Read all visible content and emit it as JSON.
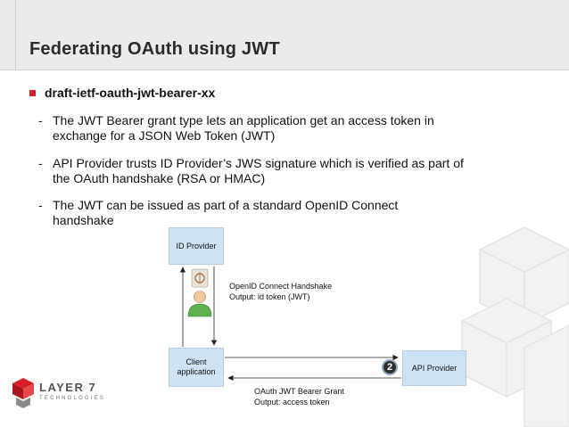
{
  "slide": {
    "title": "Federating OAuth using JWT",
    "main_bullet": "draft-ietf-oauth-jwt-bearer-xx",
    "sub_bullets": [
      {
        "dash": "-",
        "text": "The JWT Bearer grant type lets an application get an access token in exchange for a JSON Web Token (JWT)"
      },
      {
        "dash": "-",
        "text": "API Provider trusts ID Provider’s JWS signature which is verified as part of the OAuth handshake (RSA or HMAC)"
      },
      {
        "dash": "-",
        "text": "The JWT can be issued as part of a standard OpenID Connect handshake"
      }
    ]
  },
  "diagram": {
    "id_provider": "ID Provider",
    "client_line1": "Client",
    "client_line2": "application",
    "api_provider": "API Provider",
    "openid_line1": "OpenID Connect Handshake",
    "openid_line2": "Output: id token (JWT)",
    "oauth_line1": "OAuth JWT Bearer Grant",
    "oauth_line2": "Output: access token",
    "oauth2_badge": "2"
  },
  "logo": {
    "name": "LAYER 7",
    "sub": "TECHNOLOGIES"
  },
  "colors": {
    "accent": "#d61f26",
    "box_fill": "#cfe2f3",
    "header_band": "#ebebeb"
  }
}
